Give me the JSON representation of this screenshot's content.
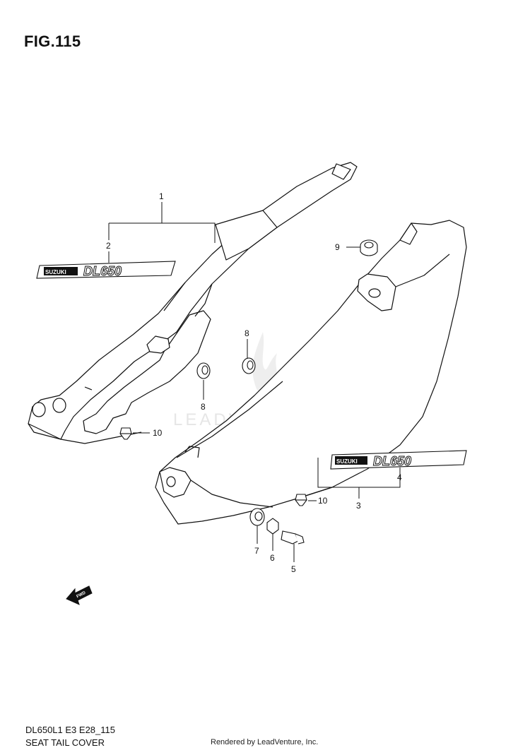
{
  "figure": {
    "title": "FIG.115"
  },
  "callouts": {
    "c1": "1",
    "c2": "2",
    "c3": "3",
    "c4": "4",
    "c5": "5",
    "c6": "6",
    "c7": "7",
    "c8a": "8",
    "c8b": "8",
    "c9": "9",
    "c10a": "10",
    "c10b": "10"
  },
  "emblems": {
    "brand": "SUZUKI",
    "model": "DL650"
  },
  "direction_arrow": {
    "label": "FWD"
  },
  "watermark": {
    "text": "LEADVENTURE"
  },
  "footer": {
    "code": "DL650L1 E3 E28_115",
    "title": "SEAT TAIL COVER",
    "credit": "Rendered by LeadVenture, Inc."
  },
  "icons": {
    "direction": "fwd-arrow-icon",
    "watermark_logo": "leadventure-flame-icon"
  }
}
